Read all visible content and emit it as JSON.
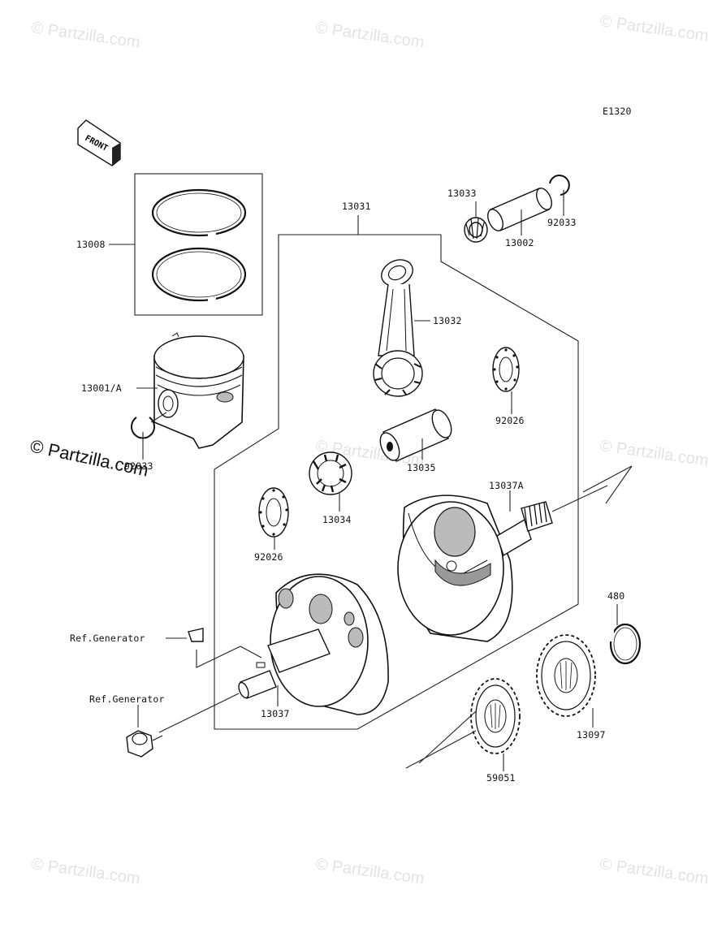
{
  "diagram_code": "E1320",
  "front_label": "FRONT",
  "watermark": "© Partzilla.com",
  "watermark_prominent": "© Partzilla.com",
  "callouts": {
    "p13008": "13008",
    "p13001A": "13001/A",
    "p92033_left": "92033",
    "p13031": "13031",
    "p13033": "13033",
    "p13002": "13002",
    "p92033_right": "92033",
    "p13032": "13032",
    "p92026_right": "92026",
    "p13035": "13035",
    "p13037A": "13037A",
    "p13034": "13034",
    "p92026_left": "92026",
    "ref_generator_1": "Ref.Generator",
    "ref_generator_2": "Ref.Generator",
    "p13037": "13037",
    "p480": "480",
    "p13097": "13097",
    "p59051": "59051"
  }
}
